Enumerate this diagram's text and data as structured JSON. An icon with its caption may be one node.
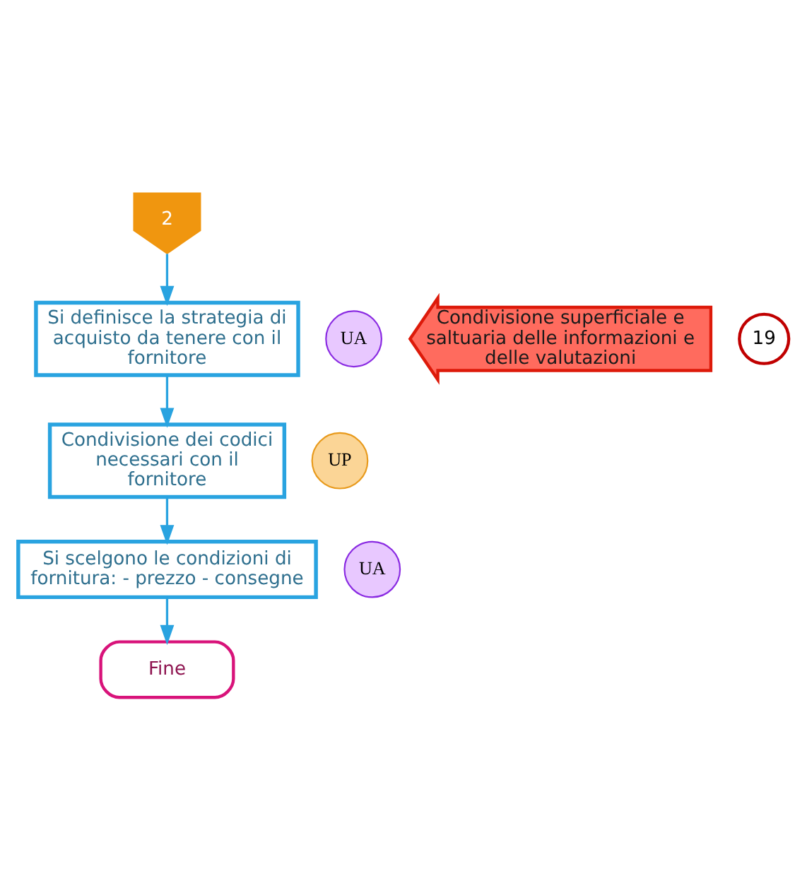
{
  "diagram": {
    "nodes": [
      {
        "text": [
          "2"
        ]
      },
      {
        "text": [
          "Si definisce la strategia di acquisto da tenere con il fornitore"
        ]
      },
      {
        "text": [
          "UA"
        ]
      },
      {
        "text": [
          "Condivisione superficiale e saltuaria delle informazioni e delle valutazioni"
        ]
      },
      {
        "text": [
          "19"
        ]
      },
      {
        "text": [
          "Condivisione dei codici necessari con il fornitore"
        ]
      },
      {
        "text": [
          "UP"
        ]
      },
      {
        "text": [
          "Si scelgono le condizioni di fornitura: - prezzo - consegne"
        ]
      },
      {
        "text": [
          "UA"
        ]
      },
      {
        "text": [
          "Fine"
        ]
      }
    ],
    "edges": [
      {
        "from": 0,
        "to": 1,
        "arrow": "to"
      },
      {
        "from": 1,
        "to": 5,
        "arrow": "to"
      },
      {
        "from": 5,
        "to": 7,
        "arrow": "to"
      },
      {
        "from": 7,
        "to": 9,
        "arrow": "to"
      }
    ]
  }
}
